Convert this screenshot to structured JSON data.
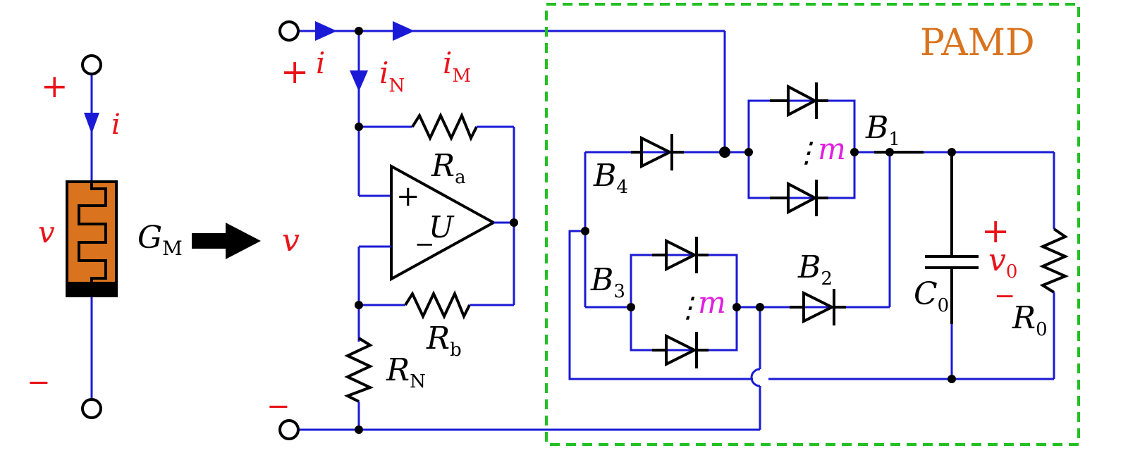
{
  "colors": {
    "wire": "#1a1ad6",
    "label_red": "#e8141b",
    "label_magenta": "#e020e0",
    "memristor_fill": "#d9731e",
    "pamd_box": "#22c022",
    "pamd_text": "#d9731e"
  },
  "left_device": {
    "plus": "+",
    "minus": "−",
    "current": "i",
    "voltage": "v",
    "symbol_main": "G",
    "symbol_sub": "M"
  },
  "arrow_icon": "right-arrow-icon",
  "circuit": {
    "plus": "+",
    "minus": "−",
    "i": "i",
    "iN_main": "i",
    "iN_sub": "N",
    "iM_main": "i",
    "iM_sub": "M",
    "v": "v",
    "Ra_main": "R",
    "Ra_sub": "a",
    "Rb_main": "R",
    "Rb_sub": "b",
    "RN_main": "R",
    "RN_sub": "N",
    "opamp_name": "U",
    "opamp_plus": "+",
    "opamp_minus": "−"
  },
  "pamd": {
    "title": "PAMD",
    "B1_main": "B",
    "B1_sub": "1",
    "B2_main": "B",
    "B2_sub": "2",
    "B3_main": "B",
    "B3_sub": "3",
    "B4_main": "B",
    "B4_sub": "4",
    "m_top": "m",
    "m_bottom": "m",
    "dots_top": "⋮",
    "dots_bottom": "⋮",
    "C0_main": "C",
    "C0_sub": "0",
    "R0_main": "R",
    "R0_sub": "0",
    "v0_main": "v",
    "v0_sub": "0",
    "v0_plus": "+",
    "v0_minus": "−"
  }
}
